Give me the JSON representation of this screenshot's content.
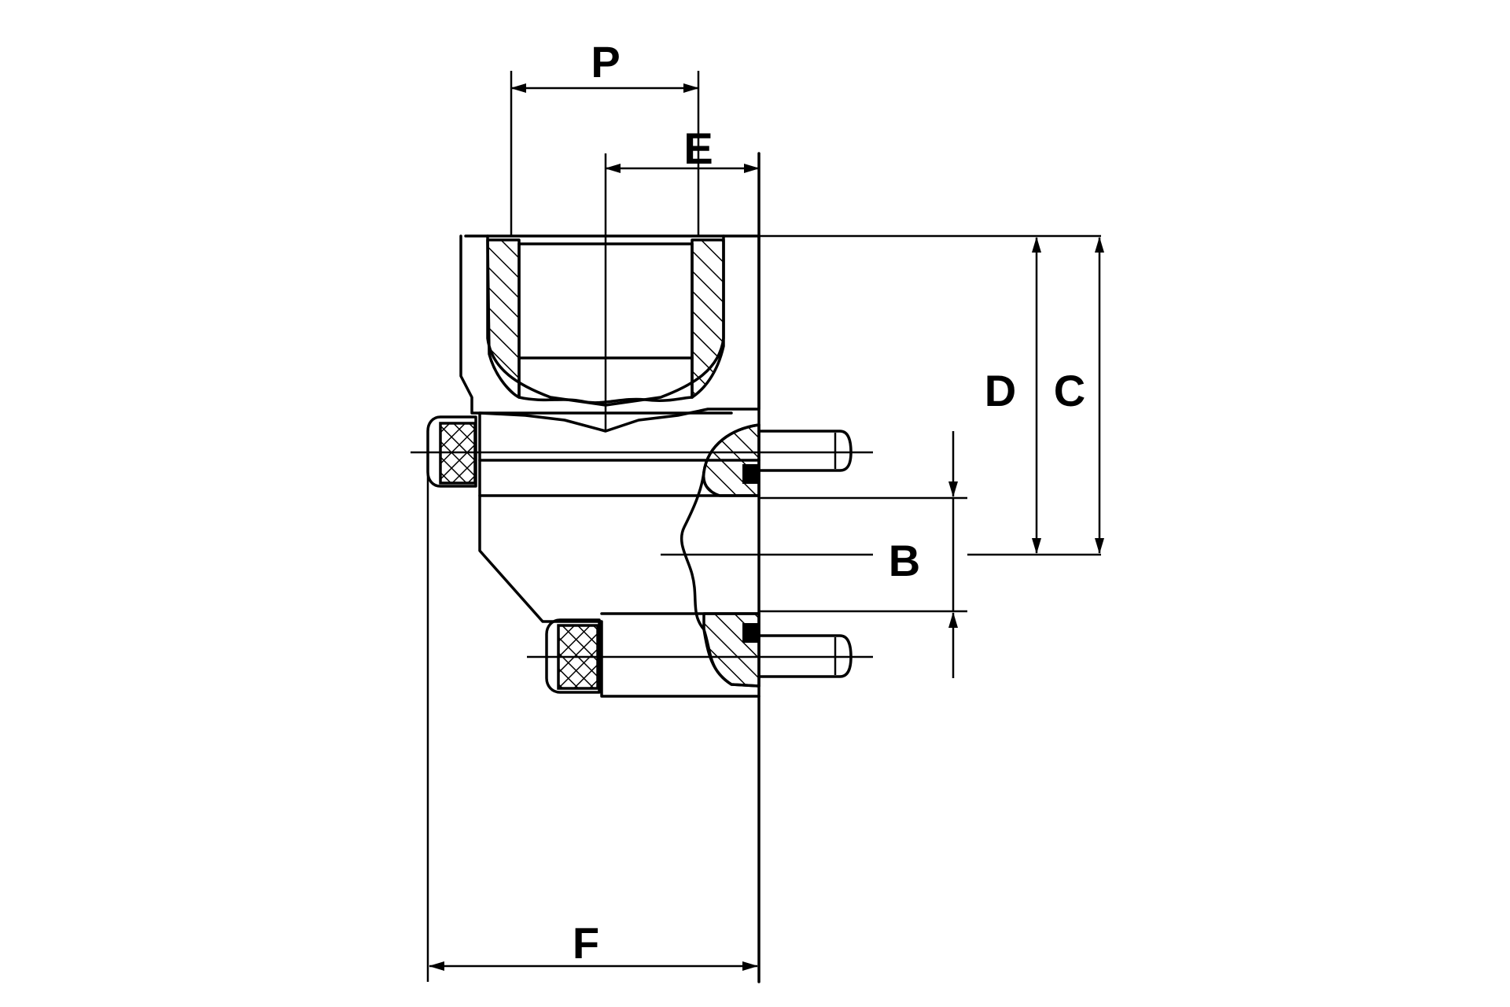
{
  "labels": {
    "p": "P",
    "e": "E",
    "d": "D",
    "c": "C",
    "b": "B",
    "f": "F"
  },
  "colors": {
    "line": "#000000",
    "background": "#ffffff"
  }
}
